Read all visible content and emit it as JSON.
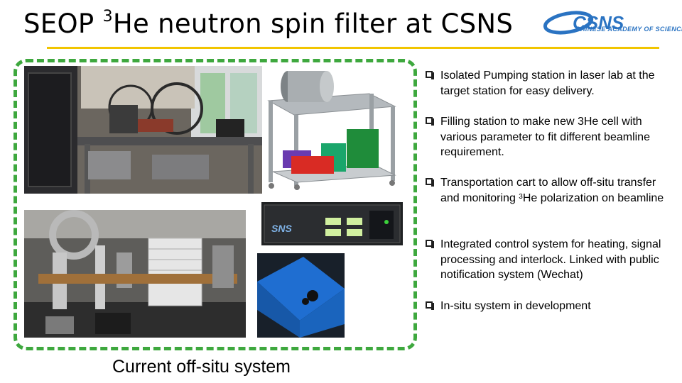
{
  "title": {
    "prefix": "SEOP ",
    "sup": "3",
    "rest": "He neutron spin filter at CSNS"
  },
  "logo": {
    "wordmark": "CSNS",
    "subtitle": "CHINESE ACADEMY OF SCIENCES"
  },
  "photos": [
    {
      "name": "pumping-station-photo"
    },
    {
      "name": "transport-cart-rendering"
    },
    {
      "name": "filling-station-photo"
    },
    {
      "name": "controller-front-panel-photo",
      "panel_label": "SNS"
    },
    {
      "name": "blue-enclosure-photo"
    }
  ],
  "caption": "Current off-situ system",
  "bullets": [
    {
      "text": "Isolated Pumping station in laser lab at the target station for easy delivery."
    },
    {
      "text": "Filling station to make new 3He cell with various parameter to fit different beamline requirement."
    },
    {
      "pre": "Transportation cart to allow off-situ transfer and monitoring ",
      "sup": "3",
      "post": "He polarization on beamline"
    },
    {
      "text": "Integrated control system for heating, signal processing and interlock. Linked with public notification system (Wechat)"
    },
    {
      "text": "In-situ system in development"
    }
  ],
  "colors": {
    "frame": "#3ea83e",
    "rule": "#f1c500",
    "logo": "#2a73c2"
  }
}
